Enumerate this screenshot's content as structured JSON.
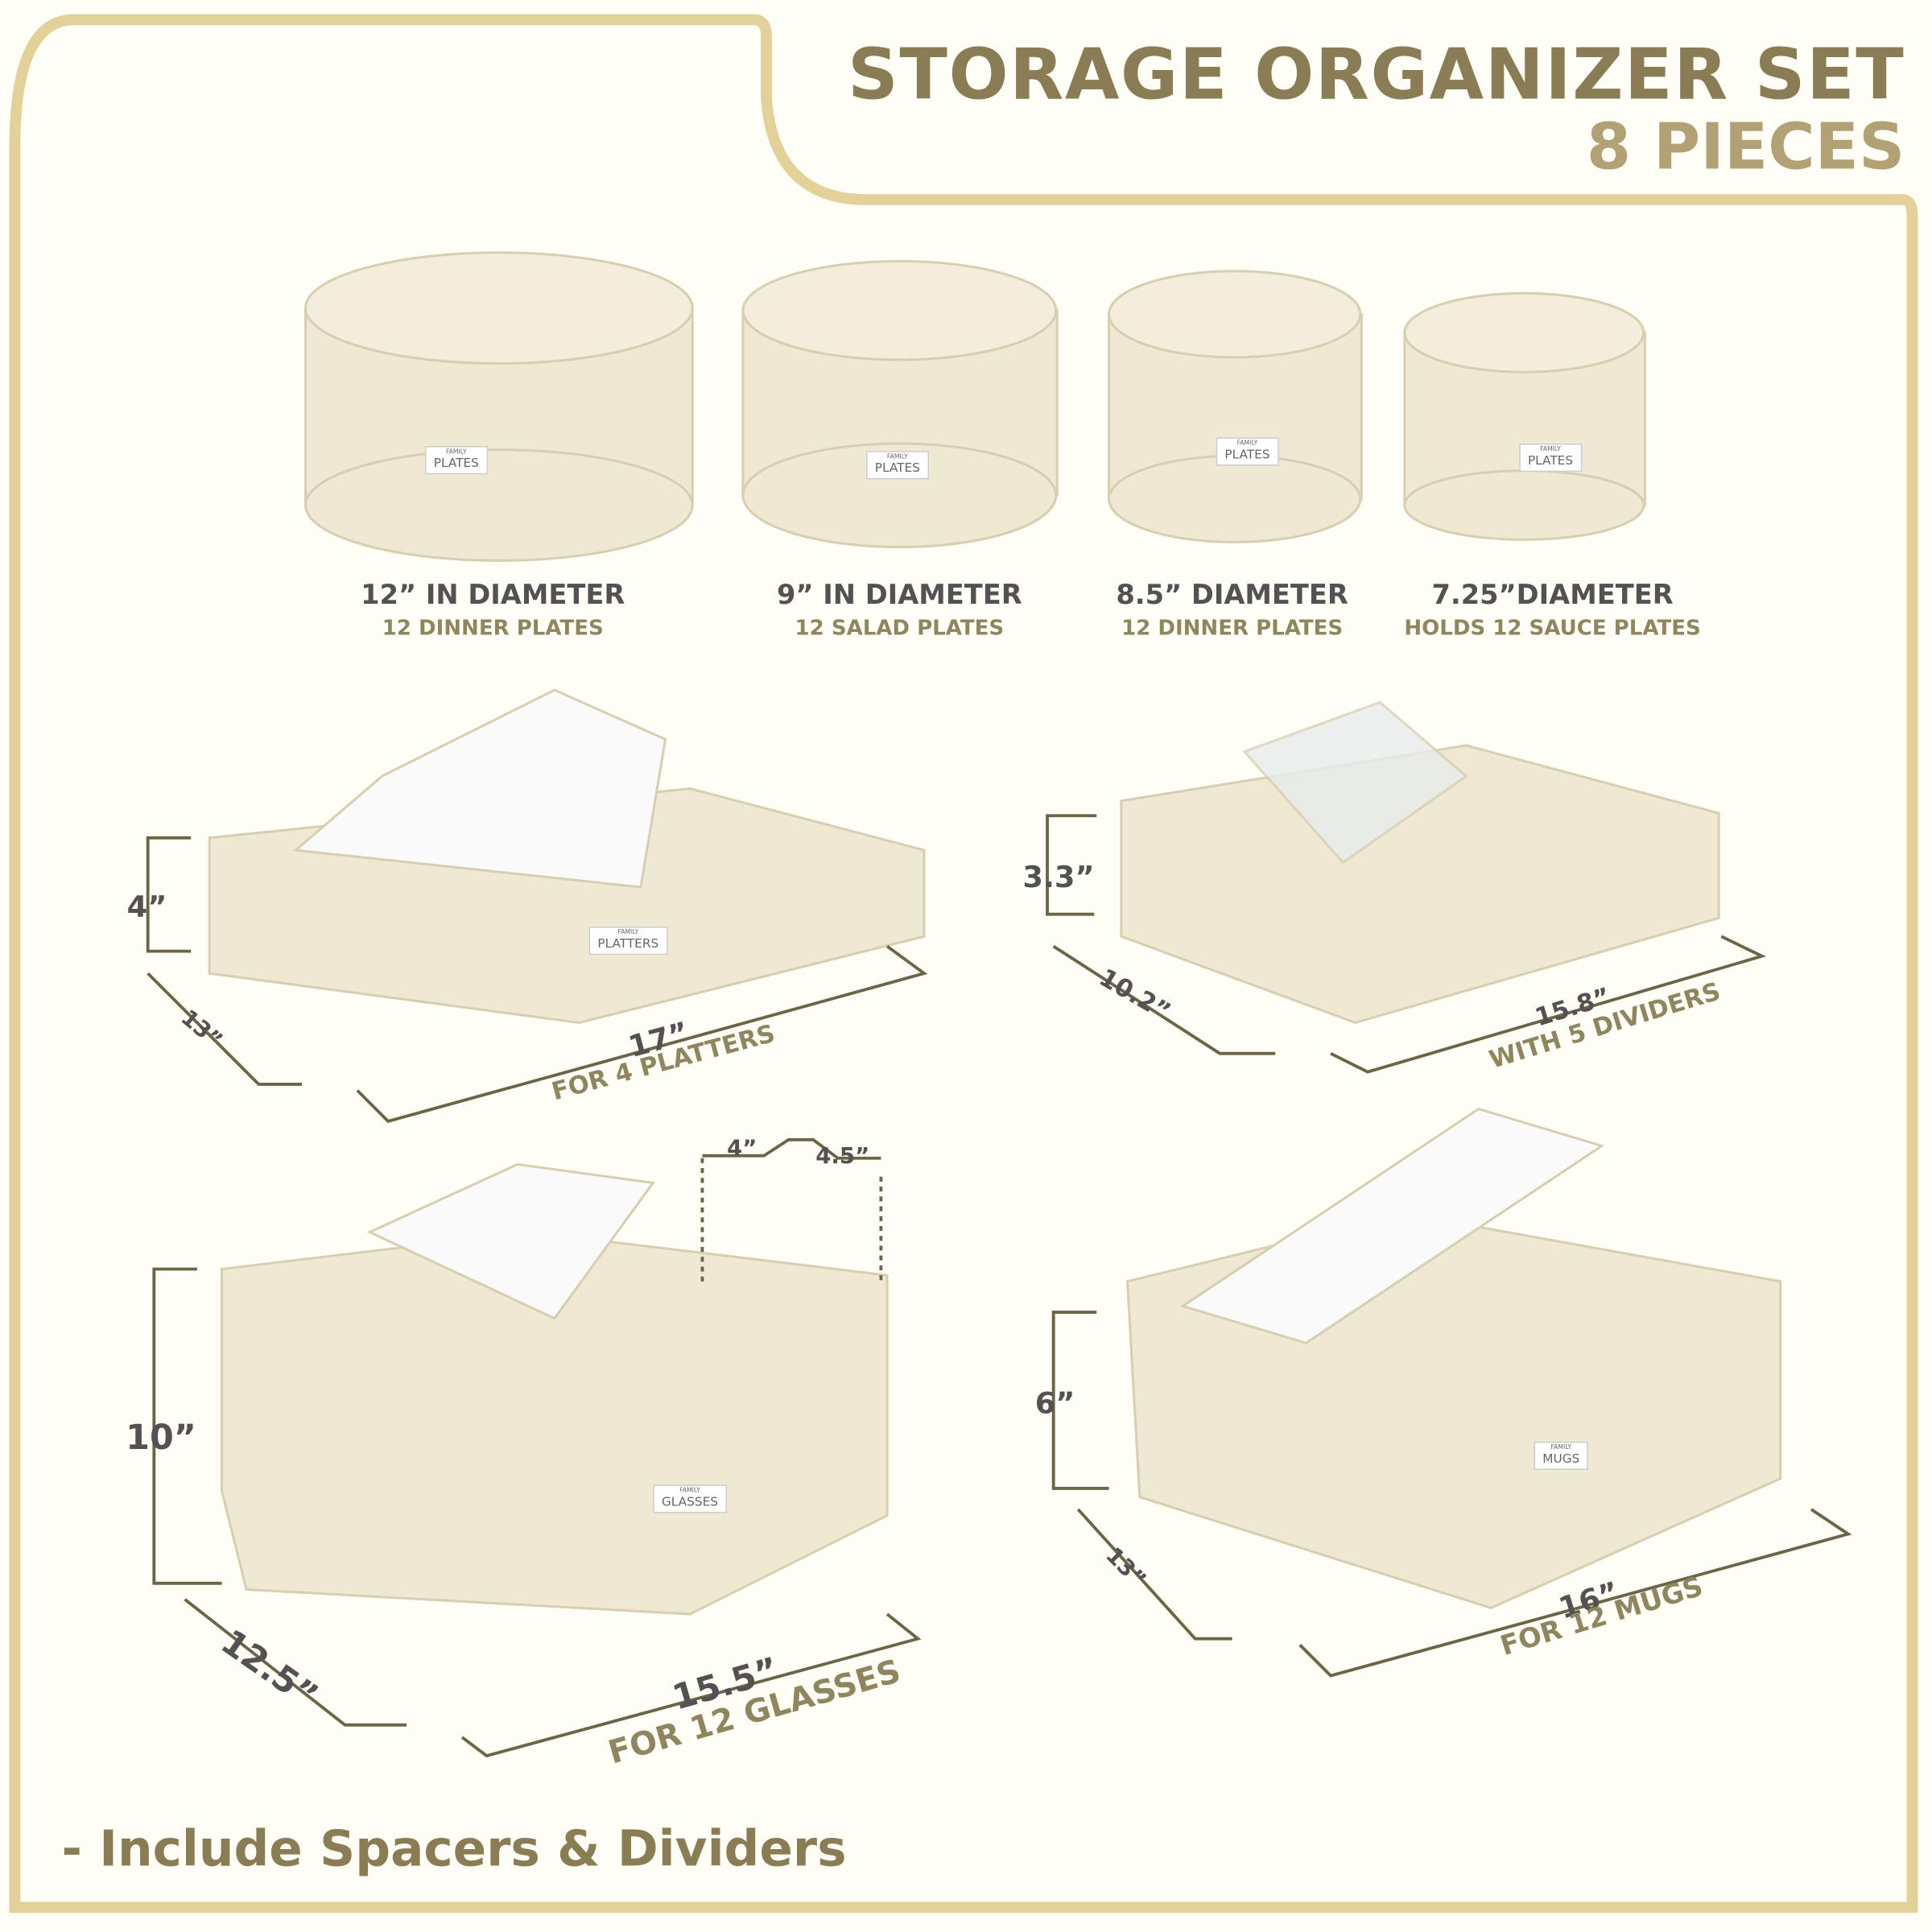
{
  "header": {
    "title": "STORAGE ORGANIZER SET",
    "subtitle": "8 PIECES"
  },
  "colors": {
    "frame": "#e2d29a",
    "title": "#8a7c55",
    "subtitle": "#b3a176",
    "product": "#efe8d3",
    "background": "#fffef6"
  },
  "plate_cases": [
    {
      "size": "12” IN DIAMETER",
      "capacity": "12 DINNER PLATES",
      "tag": "PLATES",
      "tag_small": "FAMILY"
    },
    {
      "size": "9” IN DIAMETER",
      "capacity": "12 SALAD PLATES",
      "tag": "PLATES",
      "tag_small": "FAMILY"
    },
    {
      "size": "8.5” DIAMETER",
      "capacity": "12 DINNER PLATES",
      "tag": "PLATES",
      "tag_small": "FAMILY"
    },
    {
      "size": "7.25”DIAMETER",
      "capacity": "HOLDS 12 SAUCE PLATES",
      "tag": "PLATES",
      "tag_small": "FAMILY"
    }
  ],
  "platter_box": {
    "height": "4”",
    "depth": "13”",
    "width": "17”",
    "capacity": "FOR 4 PLATTERS",
    "tag": "PLATTERS",
    "tag_small": "FAMILY"
  },
  "divider_box": {
    "height": "3.3”",
    "depth": "10.2”",
    "width": "15.8”",
    "capacity": "WITH 5 DIVIDERS"
  },
  "glasses_box": {
    "height": "10”",
    "depth": "12.5”",
    "width": "15.5”",
    "capacity": "FOR 12 GLASSES",
    "cell_width": "4”",
    "cell_depth": "4.5”",
    "tag": "GLASSES",
    "tag_small": "FAMILY"
  },
  "mugs_box": {
    "height": "6”",
    "depth": "13”",
    "width": "16”",
    "capacity": "FOR 12 MUGS",
    "tag": "MUGS",
    "tag_small": "FAMILY"
  },
  "footer": {
    "note": "- Include Spacers & Dividers"
  }
}
